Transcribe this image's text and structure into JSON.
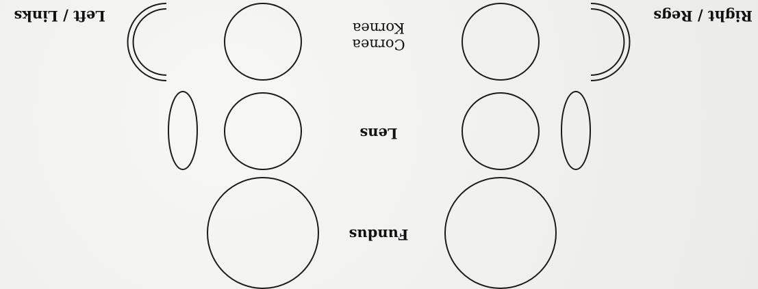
{
  "side_labels": {
    "right": "Right / Regs",
    "left": "Left / Links"
  },
  "rows": {
    "cornea": {
      "line1": "Cornea",
      "line2": "Kornea"
    },
    "lens": {
      "label": "Lens"
    },
    "fundus": {
      "label": "Fundus"
    }
  }
}
